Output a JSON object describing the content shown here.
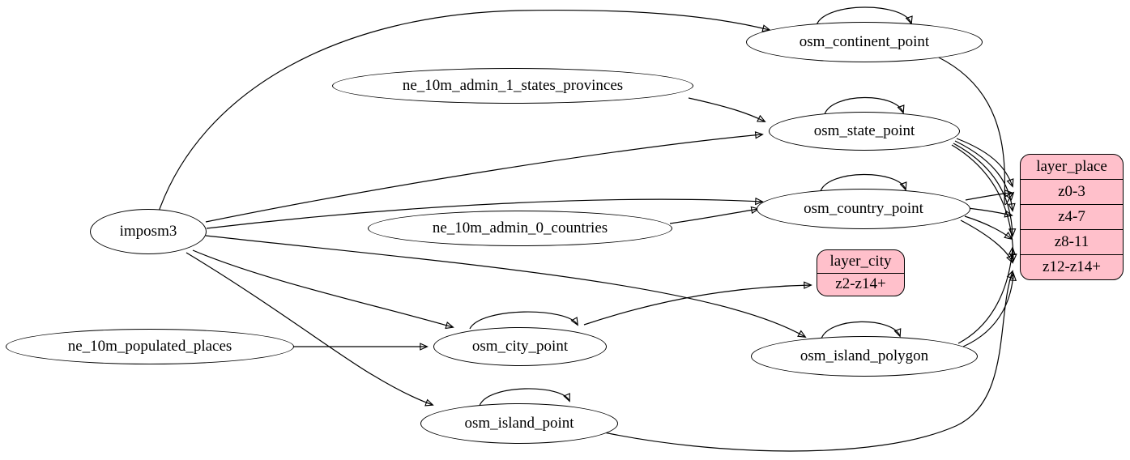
{
  "diagram": {
    "background_color": "#ffffff",
    "edge_color": "#000000",
    "table_fill_color": "#ffffff",
    "layer_fill_color": "#ffc0cb",
    "nodes": {
      "imposm3": {
        "label": "imposm3",
        "shape": "ellipse"
      },
      "ne_10m_admin_1_states_provinces": {
        "label": "ne_10m_admin_1_states_provinces",
        "shape": "ellipse"
      },
      "ne_10m_admin_0_countries": {
        "label": "ne_10m_admin_0_countries",
        "shape": "ellipse"
      },
      "ne_10m_populated_places": {
        "label": "ne_10m_populated_places",
        "shape": "ellipse"
      },
      "osm_continent_point": {
        "label": "osm_continent_point",
        "shape": "ellipse"
      },
      "osm_state_point": {
        "label": "osm_state_point",
        "shape": "ellipse"
      },
      "osm_country_point": {
        "label": "osm_country_point",
        "shape": "ellipse"
      },
      "osm_city_point": {
        "label": "osm_city_point",
        "shape": "ellipse"
      },
      "osm_island_polygon": {
        "label": "osm_island_polygon",
        "shape": "ellipse"
      },
      "osm_island_point": {
        "label": "osm_island_point",
        "shape": "ellipse"
      }
    },
    "layer_place": {
      "title": "layer_place",
      "rows": [
        "z0-3",
        "z4-7",
        "z8-11",
        "z12-z14+"
      ]
    },
    "layer_city": {
      "title": "layer_city",
      "rows": [
        "z2-z14+"
      ]
    },
    "edges": [
      {
        "from": "imposm3",
        "to": "osm_continent_point"
      },
      {
        "from": "imposm3",
        "to": "osm_state_point"
      },
      {
        "from": "imposm3",
        "to": "osm_country_point"
      },
      {
        "from": "imposm3",
        "to": "osm_city_point"
      },
      {
        "from": "imposm3",
        "to": "osm_island_polygon"
      },
      {
        "from": "imposm3",
        "to": "osm_island_point"
      },
      {
        "from": "ne_10m_admin_1_states_provinces",
        "to": "osm_state_point"
      },
      {
        "from": "ne_10m_admin_0_countries",
        "to": "osm_country_point"
      },
      {
        "from": "ne_10m_populated_places",
        "to": "osm_city_point"
      },
      {
        "from": "osm_continent_point",
        "to": "osm_continent_point"
      },
      {
        "from": "osm_state_point",
        "to": "osm_state_point"
      },
      {
        "from": "osm_country_point",
        "to": "osm_country_point"
      },
      {
        "from": "osm_city_point",
        "to": "osm_city_point"
      },
      {
        "from": "osm_island_polygon",
        "to": "osm_island_polygon"
      },
      {
        "from": "osm_island_point",
        "to": "osm_island_point"
      },
      {
        "from": "osm_continent_point",
        "to": "layer_place",
        "port": "z0-3"
      },
      {
        "from": "osm_state_point",
        "to": "layer_place",
        "port": "z0-3"
      },
      {
        "from": "osm_state_point",
        "to": "layer_place",
        "port": "z4-7"
      },
      {
        "from": "osm_state_point",
        "to": "layer_place",
        "port": "z8-11"
      },
      {
        "from": "osm_state_point",
        "to": "layer_place",
        "port": "z12-z14+"
      },
      {
        "from": "osm_country_point",
        "to": "layer_place",
        "port": "z0-3"
      },
      {
        "from": "osm_country_point",
        "to": "layer_place",
        "port": "z4-7"
      },
      {
        "from": "osm_country_point",
        "to": "layer_place",
        "port": "z8-11"
      },
      {
        "from": "osm_country_point",
        "to": "layer_place",
        "port": "z12-z14+"
      },
      {
        "from": "osm_city_point",
        "to": "layer_city",
        "port": "z2-z14+"
      },
      {
        "from": "osm_island_polygon",
        "to": "layer_place",
        "port": "z8-11"
      },
      {
        "from": "osm_island_polygon",
        "to": "layer_place",
        "port": "z12-z14+"
      },
      {
        "from": "osm_island_point",
        "to": "layer_place",
        "port": "z12-z14+"
      }
    ]
  }
}
